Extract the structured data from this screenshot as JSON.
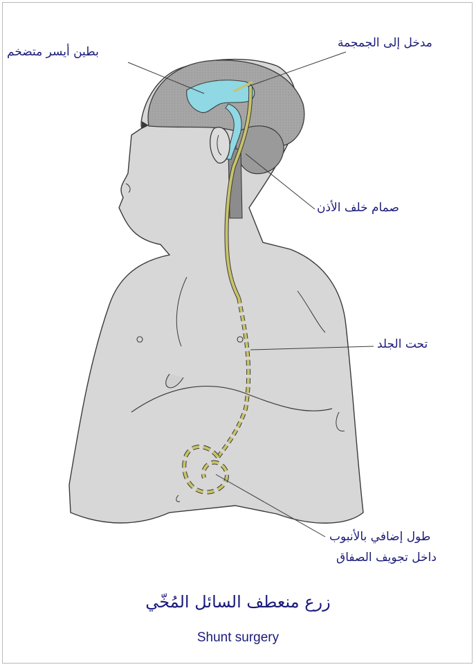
{
  "labels": {
    "ventricle": "بطين أيسر متضخم",
    "skull_entry": "مدخل إلى الجمجمة",
    "valve": "صمام خلف الأذن",
    "under_skin": "تحت الجلد",
    "extra_length_1": "طول إضافي بالأنبوب",
    "extra_length_2": "داخل تجويف الصفاق"
  },
  "title_ar": "زرع منعطف السائل المُخّي",
  "title_en": "Shunt surgery",
  "colors": {
    "body": "#d7d7d7",
    "brain": "#a9a9a9",
    "ventricle": "#8fd8e4",
    "tube": "#c8c36a",
    "outline": "#3a3a3a",
    "text": "#1a1a7a"
  }
}
